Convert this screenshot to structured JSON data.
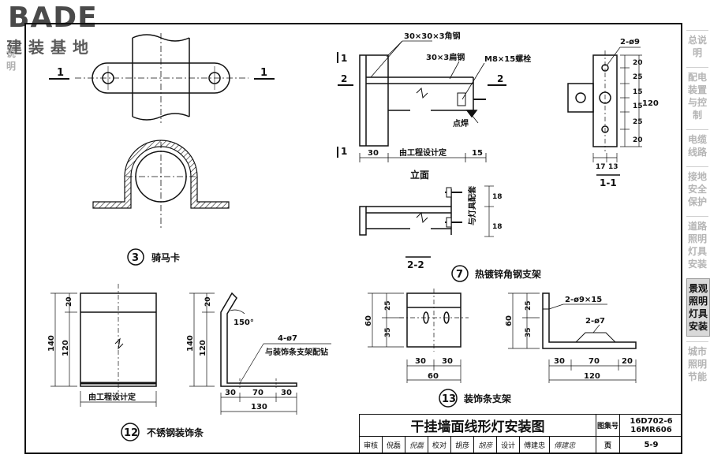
{
  "logo": {
    "main": "BADE",
    "sub": "建装基地"
  },
  "left_nav": [
    {
      "text": "说"
    },
    {
      "text": "明"
    }
  ],
  "right_nav": [
    {
      "label": "总说明",
      "active": false
    },
    {
      "label": "配电装置与控制",
      "active": false
    },
    {
      "label": "电缆线路",
      "active": false
    },
    {
      "label": "接地安全保护",
      "active": false
    },
    {
      "label": "道路照明灯具安装",
      "active": false
    },
    {
      "label": "景观照明灯具安装",
      "active": true
    },
    {
      "label": "城市照明节能",
      "active": false
    }
  ],
  "fig3": {
    "num": "3",
    "caption": "骑马卡",
    "section": "1"
  },
  "fig7": {
    "num": "7",
    "caption": "热镀锌角钢支架",
    "label_angle": "30×30×3角钢",
    "label_flat": "30×3扁钢",
    "label_bolt": "M8×15螺栓",
    "label_weld": "点焊",
    "label_holes": "2-ø9",
    "section_1": "1",
    "section_2": "2",
    "dim_30": "30",
    "dim_design": "由工程设计定",
    "dim_15": "15",
    "elev_caption": "立面",
    "sec11_caption": "1-1",
    "sec22_caption": "2-2",
    "lamp_note": "与灯具配套",
    "dims_11_v": [
      "20",
      "25",
      "15",
      "15",
      "25",
      "20"
    ],
    "dim_11_total": "120",
    "dims_11_h": [
      "17",
      "13"
    ],
    "dim_18": "18"
  },
  "fig12": {
    "num": "12",
    "caption": "不锈钢装饰条",
    "dim_20": "20",
    "dim_120": "120",
    "dim_140": "140",
    "dim_design": "由工程设计定",
    "label_holes": "4-ø7",
    "label_mate": "与装饰条支架配钻",
    "angle": "150°",
    "dims_h": [
      "30",
      "70",
      "30"
    ],
    "dim_total": "130"
  },
  "fig13": {
    "num": "13",
    "caption": "装饰条支架",
    "dim_25": "25",
    "dim_35": "35",
    "dim_60": "60",
    "dims_h": [
      "30",
      "30"
    ],
    "dim_60h": "60",
    "label_holes_a": "2-ø9×15",
    "label_holes_b": "2-ø7",
    "dims_h2": [
      "30",
      "70",
      "20"
    ],
    "dim_120": "120"
  },
  "title_block": {
    "title": "干挂墙面线形灯安装图",
    "atlas_label": "图集号",
    "atlas_no_1": "16D702-6",
    "atlas_no_2": "16MR606",
    "review_label": "审核",
    "review_name": "倪磊",
    "review_sig": "倪磊",
    "check_label": "校对",
    "check_name": "胡彦",
    "check_sig": "胡彦",
    "design_label": "设计",
    "design_name": "傅建忠",
    "design_sig": "傅建忠",
    "page_label": "页",
    "page_no": "5-9"
  }
}
